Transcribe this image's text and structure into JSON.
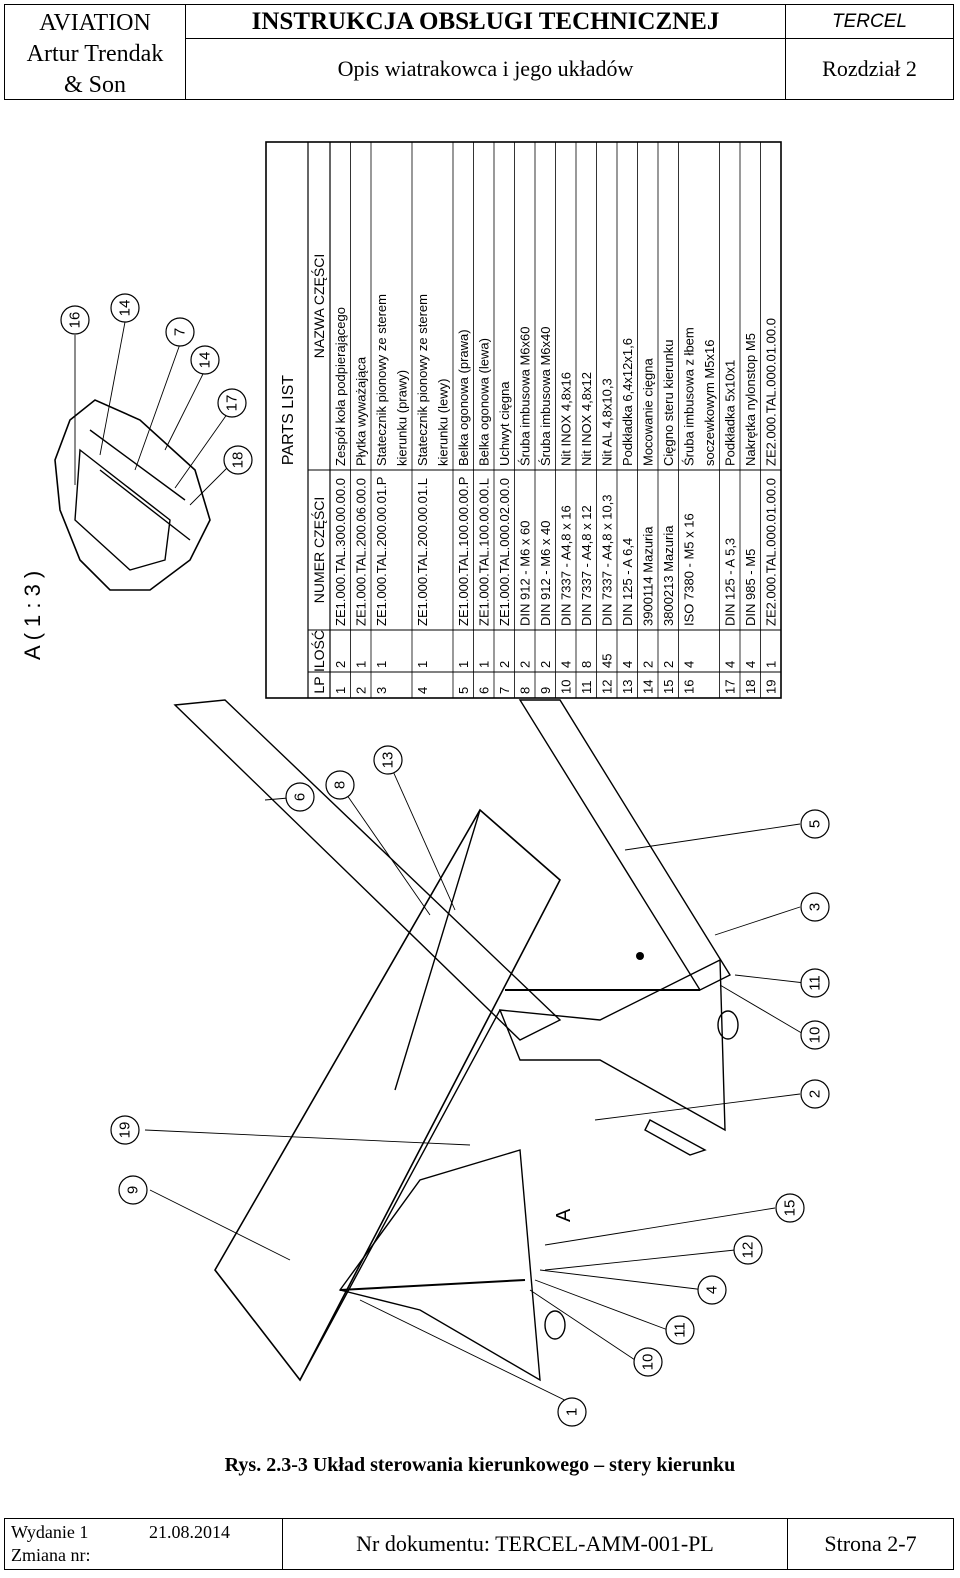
{
  "header": {
    "company_line1": "AVIATION",
    "company_line2": "Artur Trendak",
    "company_line3": "& Son",
    "document_title": "INSTRUKCJA OBSŁUGI TECHNICZNEJ",
    "section_title": "Opis wiatrakowca i jego układów",
    "aircraft": "TERCEL",
    "chapter": "Rozdział  2"
  },
  "figure": {
    "detail_label": "A ( 1 : 3 )",
    "view_marker": "A",
    "callouts_main": [
      "6",
      "8",
      "13",
      "5",
      "3",
      "11",
      "10",
      "2",
      "19",
      "9",
      "15",
      "12",
      "4",
      "11",
      "10",
      "1"
    ],
    "callouts_detail": [
      "16",
      "14",
      "7",
      "14",
      "17",
      "18"
    ],
    "caption": "Rys. 2.3-3 Układ sterowania kierunkowego – stery kierunku"
  },
  "parts_list": {
    "title": "PARTS LIST",
    "headers": [
      "LP",
      "ILOŚĆ",
      "NUMER CZĘŚCI",
      "NAZWA CZĘŚCI"
    ],
    "rows": [
      [
        "1",
        "2",
        "ZE1.000.TAL.300.00.00.0",
        "Zespół koła podpierającego"
      ],
      [
        "2",
        "1",
        "ZE1.000.TAL.200.06.00.0",
        "Płytka wyważająca"
      ],
      [
        "3",
        "1",
        "ZE1.000.TAL.200.00.01.P",
        "Statecznik pionowy ze sterem kierunku (prawy)"
      ],
      [
        "4",
        "1",
        "ZE1.000.TAL.200.00.01.L",
        "Statecznik pionowy ze sterem kierunku (lewy)"
      ],
      [
        "5",
        "1",
        "ZE1.000.TAL.100.00.00.P",
        "Belka ogonowa (prawa)"
      ],
      [
        "6",
        "1",
        "ZE1.000.TAL.100.00.00.L",
        "Belka ogonowa (lewa)"
      ],
      [
        "7",
        "2",
        "ZE1.000.TAL.000.02.00.0",
        "Uchwyt cięgna"
      ],
      [
        "8",
        "2",
        "DIN 912 - M6 x 60",
        "Śruba imbusowa M6x60"
      ],
      [
        "9",
        "2",
        "DIN 912 - M6 x 40",
        "Śruba imbusowa M6x40"
      ],
      [
        "10",
        "4",
        "DIN 7337 - A4,8 x 16",
        "Nit INOX 4,8x16"
      ],
      [
        "11",
        "8",
        "DIN 7337 - A4,8 x 12",
        "Nit INOX 4,8x12"
      ],
      [
        "12",
        "45",
        "DIN 7337 - A4,8 x 10,3",
        "Nit AL 4,8x10,3"
      ],
      [
        "13",
        "4",
        "DIN 125 - A 6,4",
        "Podkładka 6,4x12x1,6"
      ],
      [
        "14",
        "2",
        "3900114 Mazuria",
        "Mocowanie cięgna"
      ],
      [
        "15",
        "2",
        "3800213 Mazuria",
        "Cięgno steru kierunku"
      ],
      [
        "16",
        "4",
        "ISO 7380 - M5 x 16",
        "Śruba imbusowa z łbem soczewkowym M5x16"
      ],
      [
        "17",
        "4",
        "DIN 125 - A 5,3",
        "Podkładka 5x10x1"
      ],
      [
        "18",
        "4",
        "DIN 985 - M5",
        "Nakrętka nylonstop M5"
      ],
      [
        "19",
        "1",
        "ZE2.000.TAL.000.01.00.0",
        "ZE2.000.TAL.000.01.00.0"
      ]
    ]
  },
  "footer": {
    "edition": "Wydanie 1",
    "date": "21.08.2014",
    "change": "Zmiana nr:",
    "doc_number": "Nr dokumentu:  TERCEL-AMM-001-PL",
    "page": "Strona  2-7"
  }
}
